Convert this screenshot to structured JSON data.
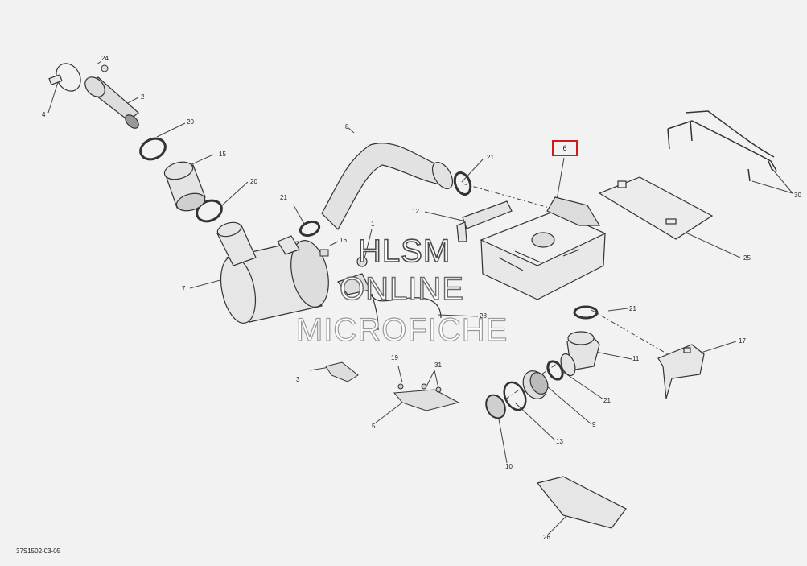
{
  "diagram": {
    "document_ref": "37S1502-03-05",
    "watermark": [
      "HLSM",
      "ONLINE",
      "MICROFICHE"
    ],
    "highlight_color": "#d11a1a",
    "callouts": {
      "c1": "1",
      "c2": "2",
      "c3": "3",
      "c4": "4",
      "c5": "5",
      "c6": "6",
      "c7": "7",
      "c8": "8",
      "c9": "9",
      "c10": "10",
      "c11": "11",
      "c12": "12",
      "c13": "13",
      "c15": "15",
      "c16": "16",
      "c17": "17",
      "c19": "19",
      "c20a": "20",
      "c20b": "20",
      "c21a": "21",
      "c21b": "21",
      "c21c": "21",
      "c21d": "21",
      "c24": "24",
      "c25": "25",
      "c26": "26",
      "c28": "28",
      "c30": "30",
      "c31": "31"
    }
  }
}
